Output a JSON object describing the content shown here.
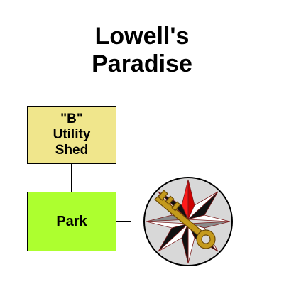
{
  "title": {
    "line1": "Lowell's",
    "line2": "Paradise"
  },
  "nodes": {
    "shed": {
      "line1": "\"B\"",
      "line2": "Utility",
      "line3": "Shed",
      "color": "#f0e68c"
    },
    "park": {
      "label": "Park",
      "color": "#adff2f"
    }
  },
  "icons": {
    "compass": "compass-rose-with-key-icon"
  },
  "colors": {
    "compass_fill": "#d8d8d8",
    "compass_north": "#ff0000",
    "key": "#c49a1c"
  }
}
